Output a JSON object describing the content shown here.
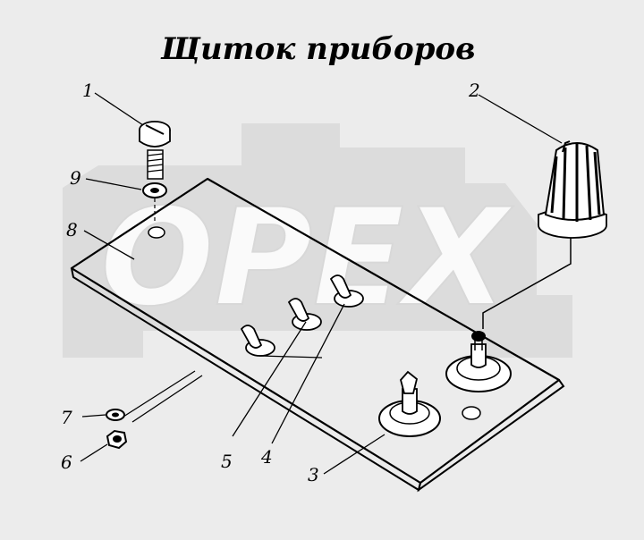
{
  "title": "Щиток приборов",
  "watermark": "OPEX",
  "callouts": [
    "1",
    "2",
    "3",
    "4",
    "5",
    "6",
    "7",
    "8",
    "9"
  ]
}
